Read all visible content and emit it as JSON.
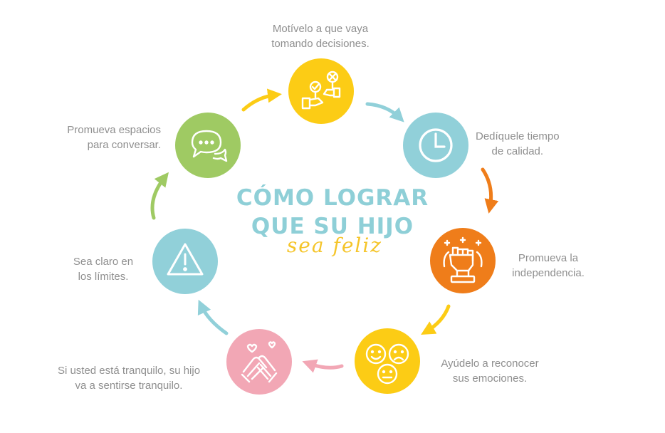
{
  "title": {
    "line1": "CÓMO LOGRAR",
    "line2": "QUE SU HIJO",
    "script": "sea feliz"
  },
  "colors": {
    "yellow": "#fccc15",
    "teal": "#91d0d9",
    "orange": "#ef7d1a",
    "pink": "#f2a7b5",
    "green": "#9fca63",
    "title": "#8ecfd7",
    "text": "#8f8f8f"
  },
  "steps": [
    {
      "icon": "decision-hands-icon",
      "color": "#fccc15",
      "line1": "Motívelo a que vaya",
      "line2": "tomando decisiones."
    },
    {
      "icon": "clock-icon",
      "color": "#91d0d9",
      "line1": "Dedíquele tiempo",
      "line2": "de calidad."
    },
    {
      "icon": "raised-fist-icon",
      "color": "#ef7d1a",
      "line1": "Promueva la",
      "line2": "independencia."
    },
    {
      "icon": "emotion-faces-icon",
      "color": "#fccc15",
      "line1": "Ayúdelo a reconocer",
      "line2": "sus emociones."
    },
    {
      "icon": "holding-hands-icon",
      "color": "#f2a7b5",
      "line1": "Si usted está tranquilo, su hijo",
      "line2": "va a sentirse tranquilo."
    },
    {
      "icon": "warning-triangle-icon",
      "color": "#91d0d9",
      "line1": "Sea claro en",
      "line2": "los límites."
    },
    {
      "icon": "speech-bubbles-icon",
      "color": "#9fca63",
      "line1": "Promueva espacios",
      "line2": "para conversar."
    }
  ]
}
